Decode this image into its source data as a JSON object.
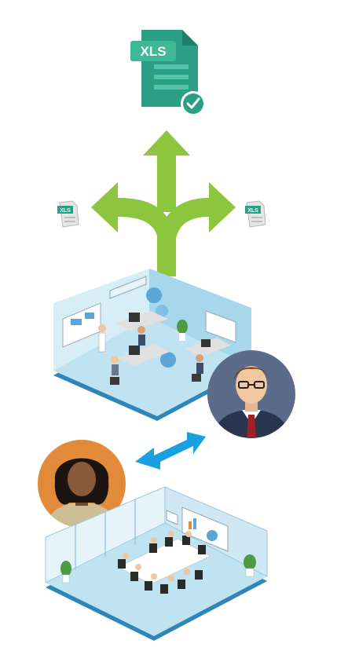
{
  "documents": {
    "main_file": {
      "badge": "XLS",
      "status_icon": "check-icon",
      "color": "#2b9f86"
    },
    "left_file": {
      "badge": "XLS"
    },
    "right_file": {
      "badge": "XLS"
    }
  },
  "colors": {
    "arrow_green": "#8cc63f",
    "arrow_blue": "#1a9fe0",
    "floor_blue": "#bfe3f1",
    "wall_blue": "#a8d6ea"
  },
  "people": {
    "man_avatar": {
      "icon": "man-avatar-icon",
      "bg": "#5b6c8a"
    },
    "woman_avatar": {
      "icon": "woman-avatar-icon",
      "bg": "#e08a3a"
    }
  },
  "scenes": {
    "office": {
      "icon": "office-workspace-icon"
    },
    "meeting": {
      "icon": "meeting-room-icon"
    }
  }
}
